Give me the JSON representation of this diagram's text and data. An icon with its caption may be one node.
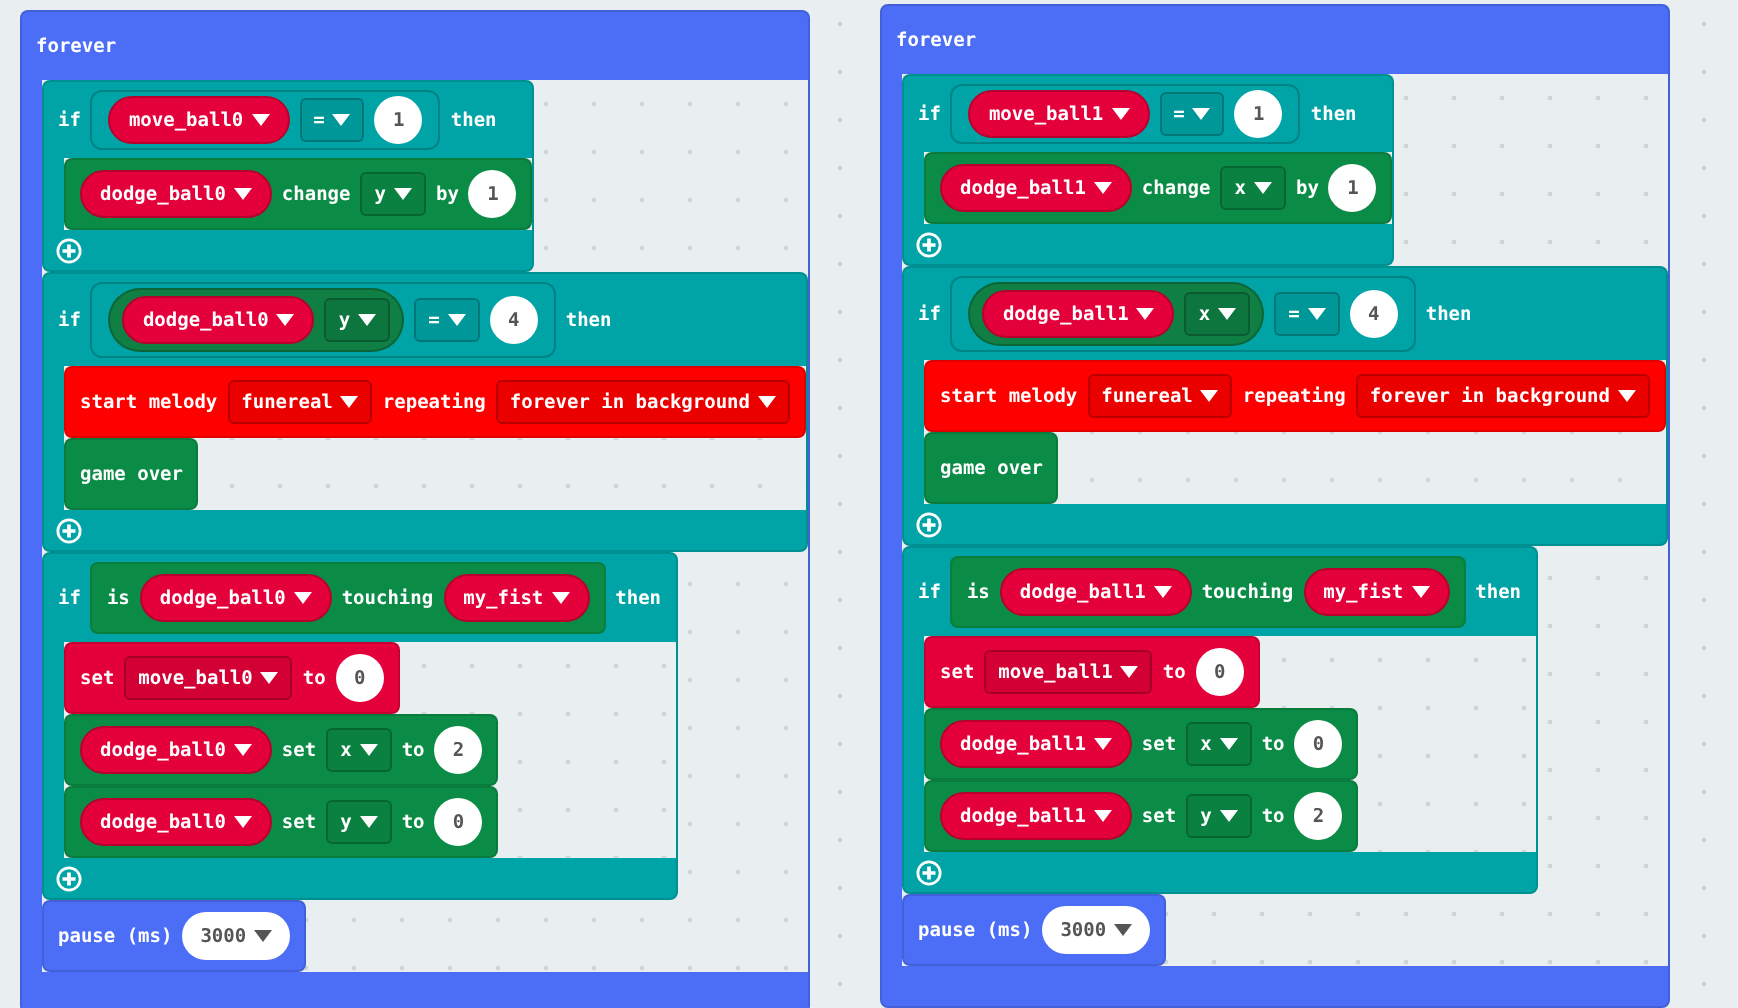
{
  "diagram": {
    "nodes": [
      {
        "text": [
          "forever"
        ]
      },
      {
        "text": [
          "if",
          "then"
        ],
        "in": 0
      },
      {
        "text": [
          "move_ball0"
        ],
        "in": 1
      },
      {
        "text": [
          "="
        ],
        "in": 1
      },
      {
        "text": [
          "1"
        ],
        "in": 1
      },
      {
        "text": [
          "change",
          "by"
        ],
        "in": 1
      },
      {
        "text": [
          "dodge_ball0"
        ],
        "in": 5
      },
      {
        "text": [
          "y"
        ],
        "in": 5
      },
      {
        "text": [
          "1"
        ],
        "in": 5
      },
      {
        "text": [
          "if",
          "then"
        ],
        "in": 0
      },
      {
        "text": [
          "dodge_ball0"
        ],
        "in": 9
      },
      {
        "text": [
          "y"
        ],
        "in": 9
      },
      {
        "text": [
          "="
        ],
        "in": 9
      },
      {
        "text": [
          "4"
        ],
        "in": 9
      },
      {
        "text": [
          "start melody",
          "repeating"
        ],
        "in": 9
      },
      {
        "text": [
          "funereal"
        ],
        "in": 14
      },
      {
        "text": [
          "forever in background"
        ],
        "in": 14
      },
      {
        "text": [
          "game over"
        ],
        "in": 9
      },
      {
        "text": [
          "if",
          "then"
        ],
        "in": 0
      },
      {
        "text": [
          "is",
          "touching"
        ],
        "in": 18
      },
      {
        "text": [
          "dodge_ball0"
        ],
        "in": 19
      },
      {
        "text": [
          "my_fist"
        ],
        "in": 19
      },
      {
        "text": [
          "set",
          "to"
        ],
        "in": 18
      },
      {
        "text": [
          "move_ball0"
        ],
        "in": 22
      },
      {
        "text": [
          "0"
        ],
        "in": 22
      },
      {
        "text": [
          "set",
          "to"
        ],
        "in": 18
      },
      {
        "text": [
          "dodge_ball0"
        ],
        "in": 25
      },
      {
        "text": [
          "x"
        ],
        "in": 25
      },
      {
        "text": [
          "2"
        ],
        "in": 25
      },
      {
        "text": [
          "set",
          "to"
        ],
        "in": 18
      },
      {
        "text": [
          "dodge_ball0"
        ],
        "in": 29
      },
      {
        "text": [
          "y"
        ],
        "in": 29
      },
      {
        "text": [
          "0"
        ],
        "in": 29
      },
      {
        "text": [
          "pause (ms)"
        ],
        "in": 0
      },
      {
        "text": [
          "3000"
        ],
        "in": 33
      },
      {
        "text": [
          "forever"
        ]
      },
      {
        "text": [
          "if",
          "then"
        ],
        "in": 35
      },
      {
        "text": [
          "move_ball1"
        ],
        "in": 36
      },
      {
        "text": [
          "="
        ],
        "in": 36
      },
      {
        "text": [
          "1"
        ],
        "in": 36
      },
      {
        "text": [
          "change",
          "by"
        ],
        "in": 36
      },
      {
        "text": [
          "dodge_ball1"
        ],
        "in": 40
      },
      {
        "text": [
          "x"
        ],
        "in": 40
      },
      {
        "text": [
          "1"
        ],
        "in": 40
      },
      {
        "text": [
          "if",
          "then"
        ],
        "in": 35
      },
      {
        "text": [
          "dodge_ball1"
        ],
        "in": 44
      },
      {
        "text": [
          "x"
        ],
        "in": 44
      },
      {
        "text": [
          "="
        ],
        "in": 44
      },
      {
        "text": [
          "4"
        ],
        "in": 44
      },
      {
        "text": [
          "start melody",
          "repeating"
        ],
        "in": 44
      },
      {
        "text": [
          "funereal"
        ],
        "in": 49
      },
      {
        "text": [
          "forever in background"
        ],
        "in": 49
      },
      {
        "text": [
          "game over"
        ],
        "in": 44
      },
      {
        "text": [
          "if",
          "then"
        ],
        "in": 35
      },
      {
        "text": [
          "is",
          "touching"
        ],
        "in": 53
      },
      {
        "text": [
          "dodge_ball1"
        ],
        "in": 54
      },
      {
        "text": [
          "my_fist"
        ],
        "in": 54
      },
      {
        "text": [
          "set",
          "to"
        ],
        "in": 53
      },
      {
        "text": [
          "move_ball1"
        ],
        "in": 57
      },
      {
        "text": [
          "0"
        ],
        "in": 57
      },
      {
        "text": [
          "set",
          "to"
        ],
        "in": 53
      },
      {
        "text": [
          "dodge_ball1"
        ],
        "in": 60
      },
      {
        "text": [
          "x"
        ],
        "in": 60
      },
      {
        "text": [
          "0"
        ],
        "in": 60
      },
      {
        "text": [
          "set",
          "to"
        ],
        "in": 53
      },
      {
        "text": [
          "dodge_ball1"
        ],
        "in": 64
      },
      {
        "text": [
          "y"
        ],
        "in": 64
      },
      {
        "text": [
          "2"
        ],
        "in": 64
      },
      {
        "text": [
          "pause (ms)"
        ],
        "in": 35
      },
      {
        "text": [
          "3000"
        ],
        "in": 68
      }
    ]
  }
}
